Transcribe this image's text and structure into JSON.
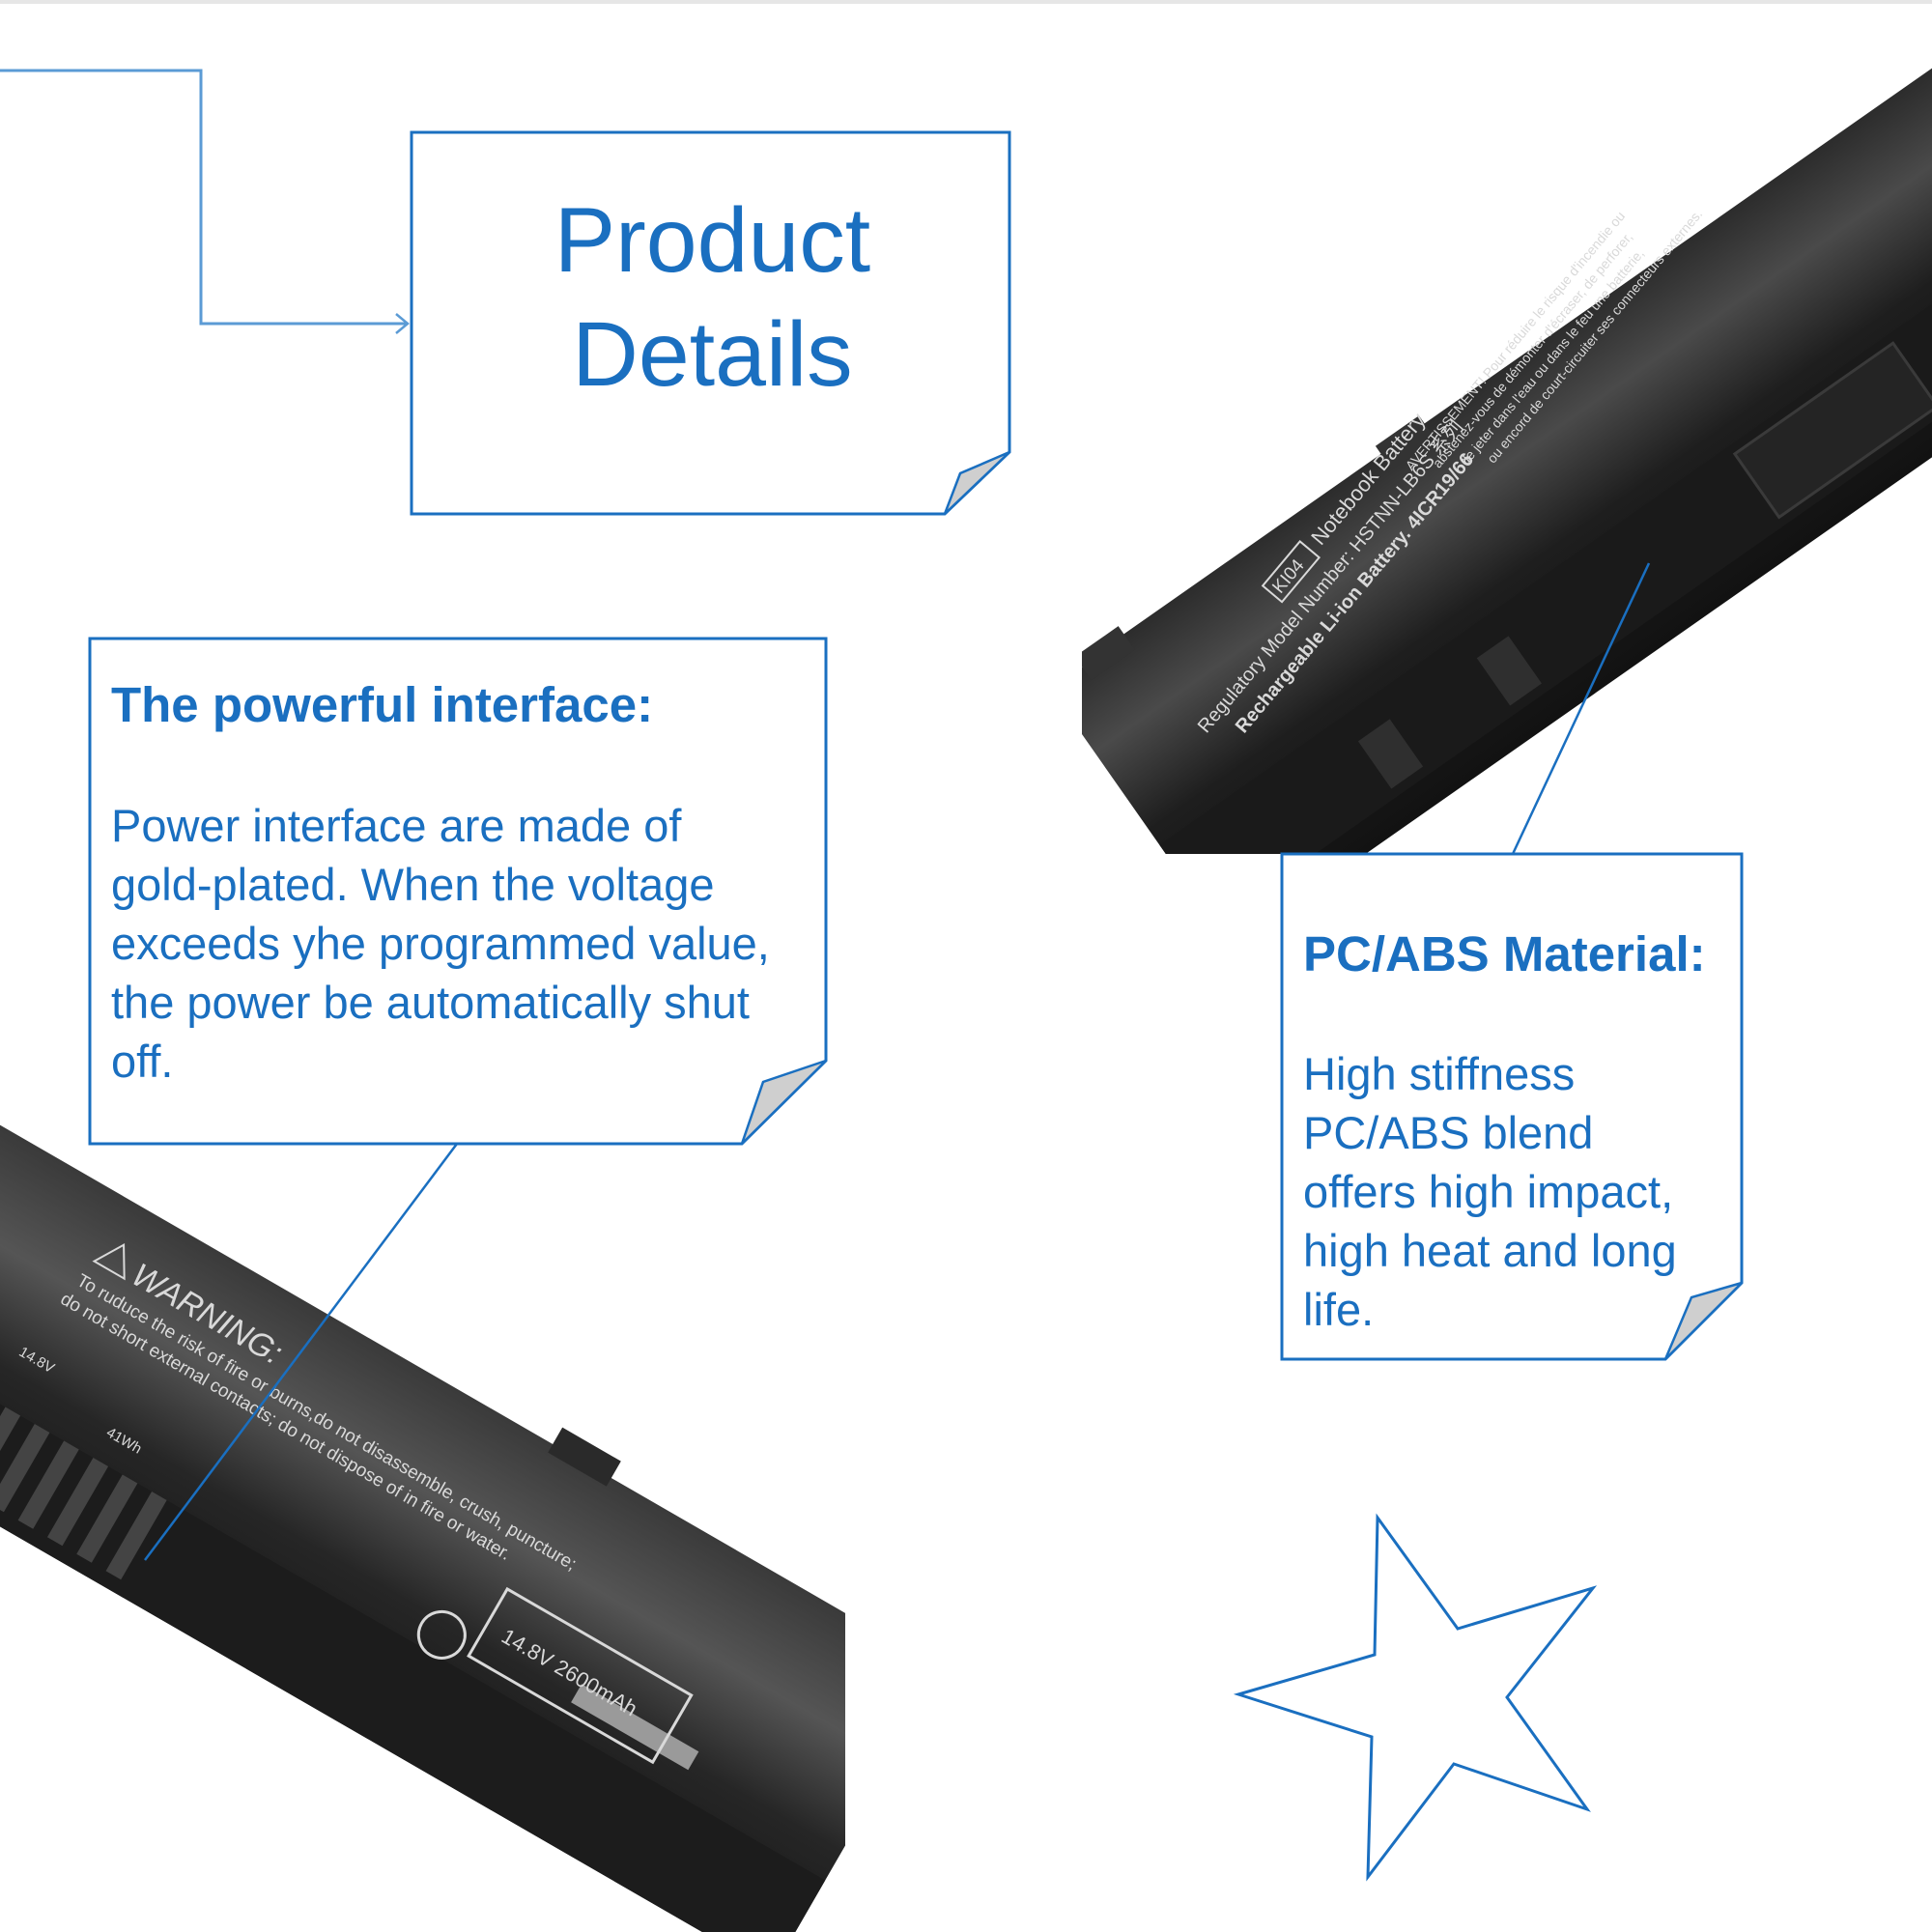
{
  "header": {
    "title_lines": [
      "Product",
      "Details"
    ]
  },
  "callouts": {
    "interface": {
      "heading": "The powerful interface:",
      "body_lines": [
        "Power interface are made of",
        "gold-plated. When the voltage",
        "exceeds yhe programmed value,",
        "the power be automatically shut",
        "off."
      ]
    },
    "material": {
      "heading": "PC/ABS Material:",
      "body_lines": [
        "High stiffness",
        "PC/ABS blend",
        "offers high impact,",
        "high heat and long",
        "life."
      ]
    }
  },
  "battery_top": {
    "badge": "KI04",
    "line1": "Notebook Battery",
    "line2": "Regulatory Model Number: HSTNN-LB6S 系列",
    "line3": "Rechargeable Li-ion Battery. 4ICR19/66",
    "warning_fr": [
      "AVERTISSEMENT! Pour réduire le risque d'incendie ou",
      "abstenez-vous de démonter d'écraser, de perforer,",
      "de jeter dans l'eau ou dans le feu une batterie,",
      "ou encord de court-circuiter ses connecteurs externes."
    ]
  },
  "battery_bottom": {
    "warning_title": "WARNING:",
    "warning_lines": [
      "To ruduce the risk of fire or burns,do not disassemble, crush, puncture;",
      "do not short external contacts; do not dispose of in fire or water."
    ],
    "voltage_small": "14.8V",
    "energy": "41Wh",
    "rating_box": "14.8V  2600mAh"
  },
  "decorations": {
    "star": "star-outline",
    "accent_color": "#1a6fc0",
    "fold_color": "#cfcfcf"
  }
}
